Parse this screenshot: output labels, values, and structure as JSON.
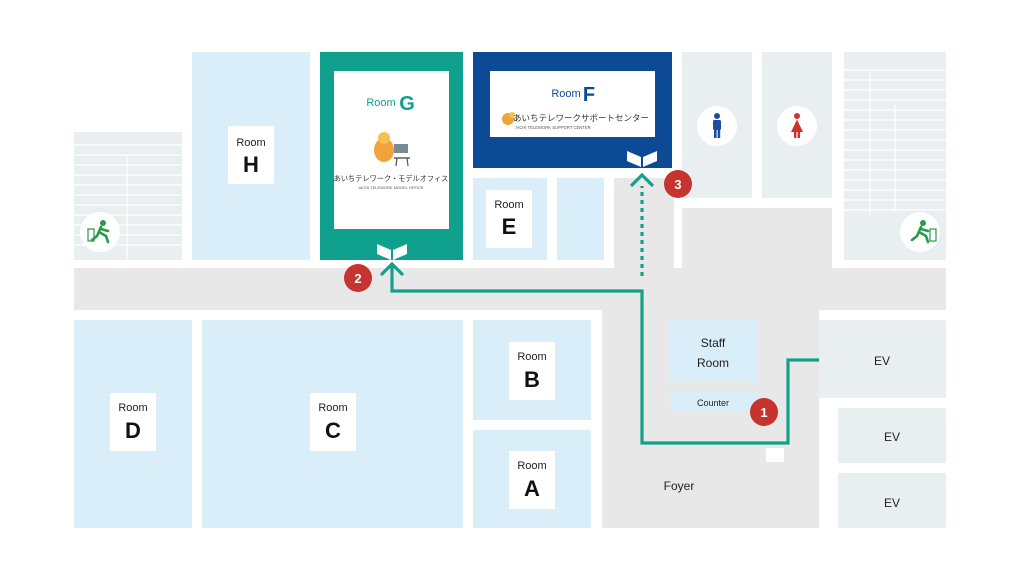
{
  "rooms": {
    "a": {
      "word": "Room",
      "letter": "A"
    },
    "b": {
      "word": "Room",
      "letter": "B"
    },
    "c": {
      "word": "Room",
      "letter": "C"
    },
    "d": {
      "word": "Room",
      "letter": "D"
    },
    "e": {
      "word": "Room",
      "letter": "E"
    },
    "f": {
      "word": "Room",
      "letter": "F"
    },
    "g": {
      "word": "Room",
      "letter": "G"
    },
    "h": {
      "word": "Room",
      "letter": "H"
    }
  },
  "room_g_logo": {
    "title": "あいちテレワーク・モデルオフィス",
    "subtitle": "AICHI TELEWORK MODEL OFFICE"
  },
  "room_f_logo": {
    "title": "あいちテレワークサポートセンター",
    "subtitle": "AICHI TELEWORK SUPPORT CENTER"
  },
  "staff_room": {
    "line1": "Staff",
    "line2": "Room"
  },
  "counter": "Counter",
  "foyer": "Foyer",
  "elevators": [
    "EV",
    "EV",
    "EV"
  ],
  "markers": [
    "1",
    "2",
    "3"
  ],
  "icons": [
    "emergency-exit-icon",
    "mens-restroom-icon",
    "womens-restroom-icon",
    "door-icon"
  ],
  "colors": {
    "room_fill": "#d9eef9",
    "corridor": "#e8e8e8",
    "room_g": "#0fa08e",
    "room_f": "#0d4a96",
    "route": "#15a08c",
    "marker": "#c7332e",
    "exit_green": "#2a9a4a",
    "mens": "#1b4f9c",
    "womens": "#d0312d"
  }
}
